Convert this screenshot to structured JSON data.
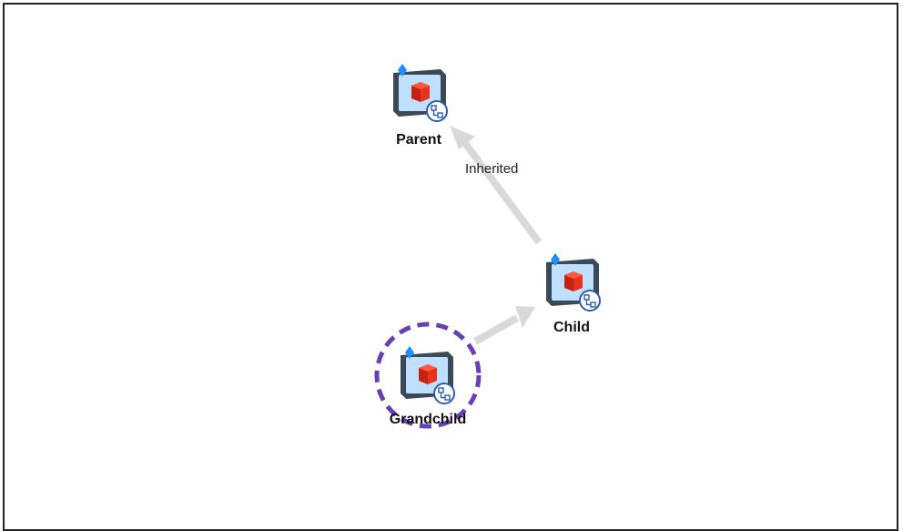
{
  "diagram": {
    "nodes": [
      {
        "id": "parent",
        "label": "Parent",
        "icon": "model-package-icon",
        "selected": false
      },
      {
        "id": "child",
        "label": "Child",
        "icon": "model-package-icon",
        "selected": false
      },
      {
        "id": "grandchild",
        "label": "Grandchild",
        "icon": "model-package-icon",
        "selected": true
      }
    ],
    "edges": [
      {
        "from": "child",
        "to": "parent",
        "label": "Inherited"
      },
      {
        "from": "grandchild",
        "to": "child",
        "label": ""
      }
    ],
    "colors": {
      "edge": "#d9d9d9",
      "selection_ring": "#6a3fb5",
      "cube": "#e8331c",
      "panel": "#bfe1ff",
      "frame": "#3c4a57",
      "badge": "#2b5fa8",
      "diamond": "#1e8fff"
    }
  }
}
